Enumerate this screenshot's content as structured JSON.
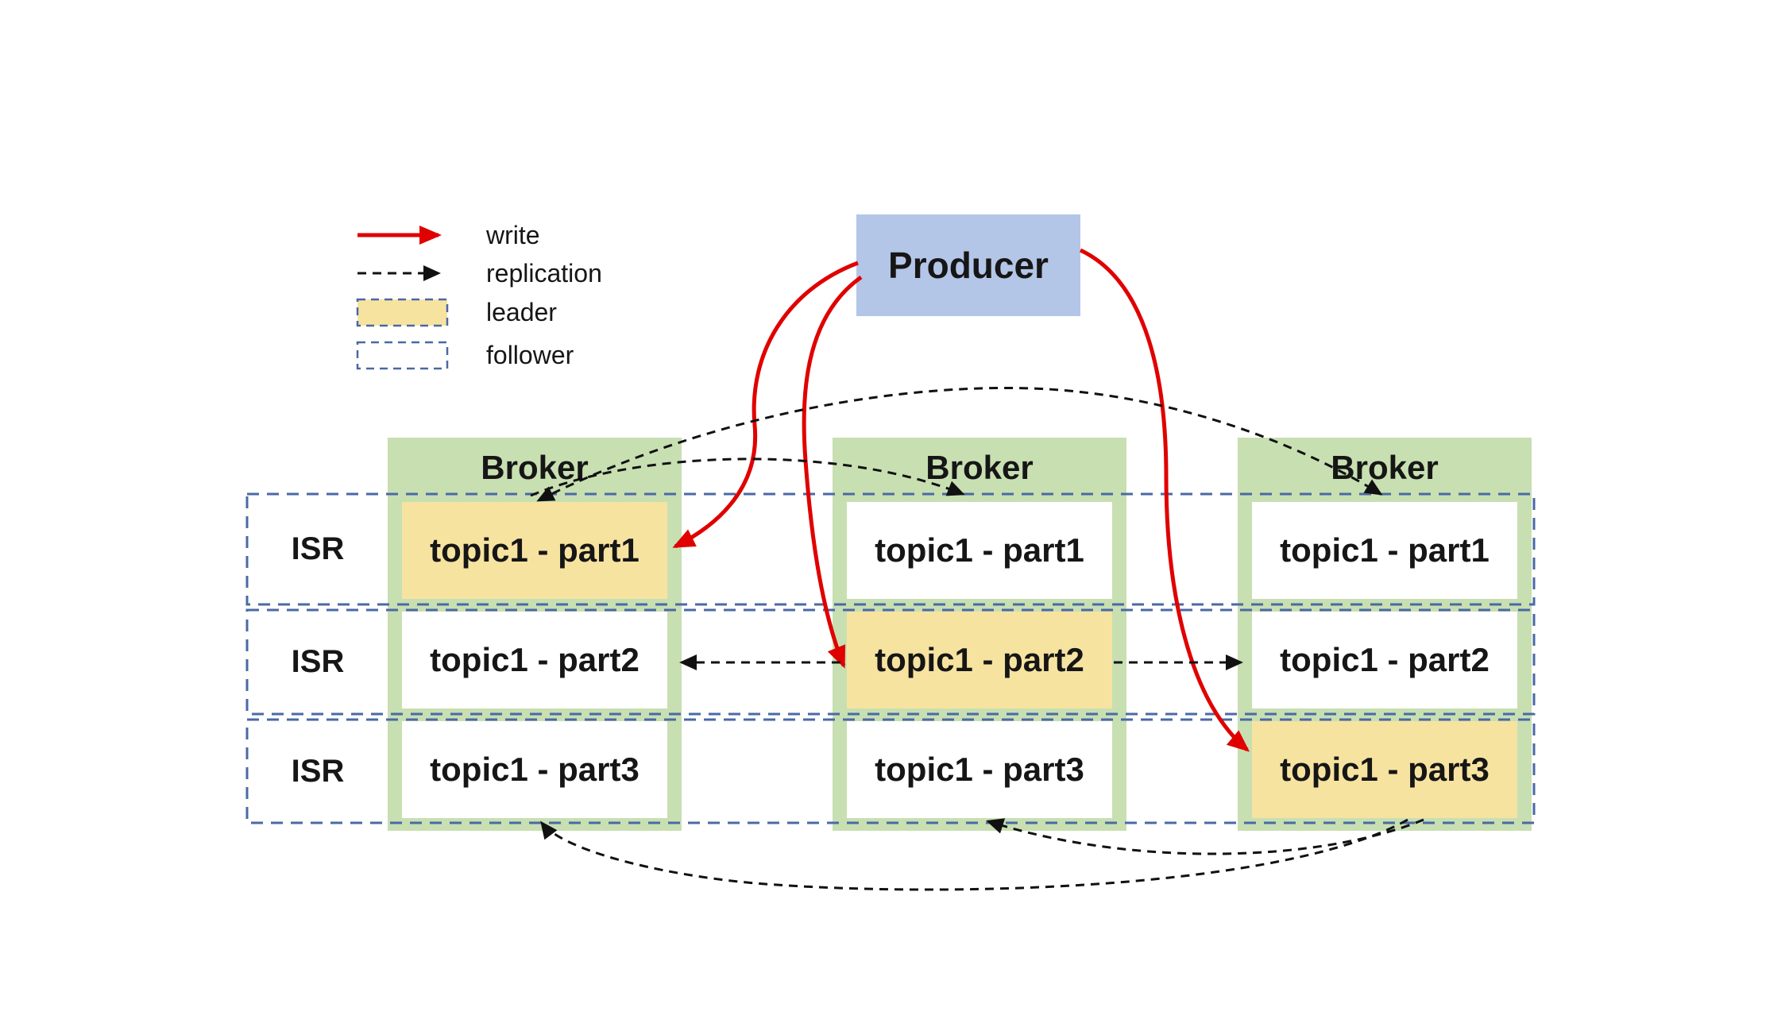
{
  "legend": {
    "items": [
      {
        "label": "write",
        "type": "solid-red-arrow"
      },
      {
        "label": "replication",
        "type": "dashed-black-arrow"
      },
      {
        "label": "leader",
        "type": "yellow-dashed-swatch"
      },
      {
        "label": "follower",
        "type": "white-dashed-swatch"
      }
    ]
  },
  "producer": {
    "label": "Producer"
  },
  "isr_rows": [
    {
      "label": "ISR"
    },
    {
      "label": "ISR"
    },
    {
      "label": "ISR"
    }
  ],
  "brokers": [
    {
      "label": "Broker",
      "partitions": [
        {
          "label": "topic1 - part1",
          "role": "leader"
        },
        {
          "label": "topic1 - part2",
          "role": "follower"
        },
        {
          "label": "topic1 - part3",
          "role": "follower"
        }
      ]
    },
    {
      "label": "Broker",
      "partitions": [
        {
          "label": "topic1 - part1",
          "role": "follower"
        },
        {
          "label": "topic1 - part2",
          "role": "leader"
        },
        {
          "label": "topic1 - part3",
          "role": "follower"
        }
      ]
    },
    {
      "label": "Broker",
      "partitions": [
        {
          "label": "topic1 - part1",
          "role": "follower"
        },
        {
          "label": "topic1 - part2",
          "role": "follower"
        },
        {
          "label": "topic1 - part3",
          "role": "leader"
        }
      ]
    }
  ],
  "colors": {
    "broker_green": "#c8dfb2",
    "producer_blue": "#b4c6e7",
    "leader_yellow": "#f7e3a0",
    "isr_dash_blue": "#4a69a5",
    "write_red": "#e00000",
    "replication_black": "#111111",
    "text": "#161616"
  }
}
